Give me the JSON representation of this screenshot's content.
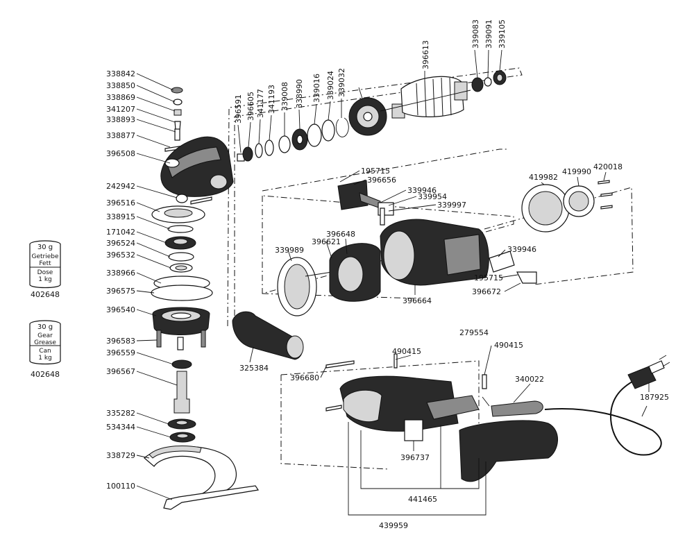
{
  "labels": {
    "l338842": "338842",
    "l338850": "338850",
    "l338869": "338869",
    "l341207": "341207",
    "l338893": "338893",
    "l338877": "338877",
    "l396508": "396508",
    "l242942": "242942",
    "l396516": "396516",
    "l338915": "338915",
    "l171042": "171042",
    "l396524": "396524",
    "l396532": "396532",
    "l338966": "338966",
    "l396575": "396575",
    "l396540": "396540",
    "l396583": "396583",
    "l396559": "396559",
    "l396567": "396567",
    "l335282": "335282",
    "l534344": "534344",
    "l338729": "338729",
    "l100110": "100110",
    "l396591": "396591",
    "l396605": "396605",
    "l341177": "341177",
    "l341193": "341193",
    "l339008": "339008",
    "l338990": "338990",
    "l339016": "339016",
    "l339024": "339024",
    "l339032": "339032",
    "l396613": "396613",
    "l339083": "339083",
    "l339091": "339091",
    "l339105": "339105",
    "l195715a": "195715",
    "l396656": "396656",
    "l339946a": "339946",
    "l339954": "339954",
    "l339997": "339997",
    "l396648": "396648",
    "l339989": "339989",
    "l396621": "396621",
    "l396664": "396664",
    "l419982": "419982",
    "l419990": "419990",
    "l420018": "420018",
    "l339946b": "339946",
    "l195715b": "195715",
    "l396672": "396672",
    "l325384": "325384",
    "l279554": "279554",
    "l490415a": "490415",
    "l490415b": "490415",
    "l396680": "396680",
    "l340022": "340022",
    "l187925": "187925",
    "l396737": "396737",
    "l441465": "441465",
    "l439959": "439959",
    "l402648a": "402648",
    "l402648b": "402648"
  },
  "containers": {
    "can1": {
      "weight": "30 g",
      "line1": "Getriebe",
      "line2": "Fett",
      "line3": "Dose",
      "line4": "1 kg"
    },
    "can2": {
      "weight": "30 g",
      "line1": "Gear",
      "line2": "Grease",
      "line3": "Can",
      "line4": "1 kg"
    }
  }
}
